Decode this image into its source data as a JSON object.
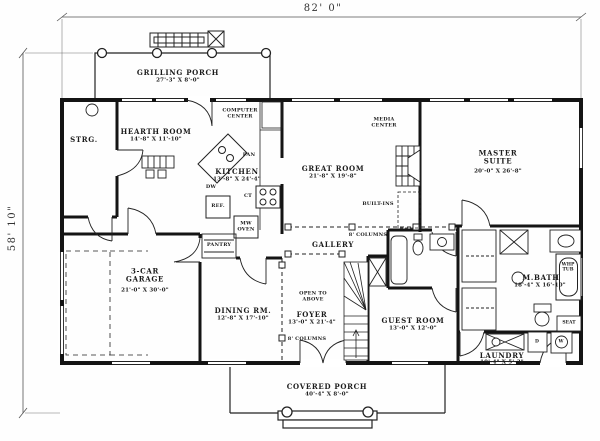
{
  "plan_dimensions": {
    "width_label": "82' 0\"",
    "height_label": "58' 10\""
  },
  "rooms": {
    "grilling_porch": {
      "name": "GRILLING PORCH",
      "dims": "27'-3\" X 8'-0\""
    },
    "strg": {
      "name": "STRG."
    },
    "hearth_room": {
      "name": "HEARTH ROOM",
      "dims": "14'-8\" X 11'-10\""
    },
    "kitchen": {
      "name": "KITCHEN",
      "dims": "13'-8\" X 24'-4\""
    },
    "great_room": {
      "name": "GREAT ROOM",
      "dims": "21'-8\" X 19'-8\""
    },
    "master_suite": {
      "name": "MASTER\nSUITE",
      "dims": "20'-0\" X 26'-8\""
    },
    "garage": {
      "name": "3-CAR\nGARAGE",
      "dims": "21'-0\" X 30'-0\""
    },
    "dining_room": {
      "name": "DINING RM.",
      "dims": "12'-8\" X 17'-10\""
    },
    "foyer": {
      "name": "FOYER",
      "dims": "13'-0\" X 21'-4\""
    },
    "guest_room": {
      "name": "GUEST ROOM",
      "dims": "13'-0\" X 12'-0\""
    },
    "master_bath": {
      "name": "M.BATH",
      "dims": "18'-4\" X 16'-10\""
    },
    "laundry": {
      "name": "LAUNDRY",
      "dims": "10'-4\" X 5'-3\""
    },
    "gallery": {
      "name": "GALLERY"
    },
    "covered_porch": {
      "name": "COVERED PORCH",
      "dims": "40'-4\" X 8'-0\""
    }
  },
  "annotations": {
    "computer_center": "COMPUTER\nCENTER",
    "media_center": "MEDIA\nCENTER",
    "built_ins": "BUILT-INS",
    "open_to_above": "OPEN TO\nABOVE",
    "columns_gallery": "8' COLUMNS",
    "columns_foyer": "8' COLUMNS",
    "pan": "PAN",
    "dw": "DW",
    "ct": "CT",
    "ref": "REF.",
    "mw_oven": "MW\nOVEN",
    "pantry": "PANTRY",
    "whp_tub": "WHP\nTUB",
    "seat": "SEAT",
    "dryer": "D",
    "washer": "W"
  },
  "colors": {
    "wall": "#141414",
    "dimension_line": "#555555",
    "paper": "#fefefe"
  }
}
